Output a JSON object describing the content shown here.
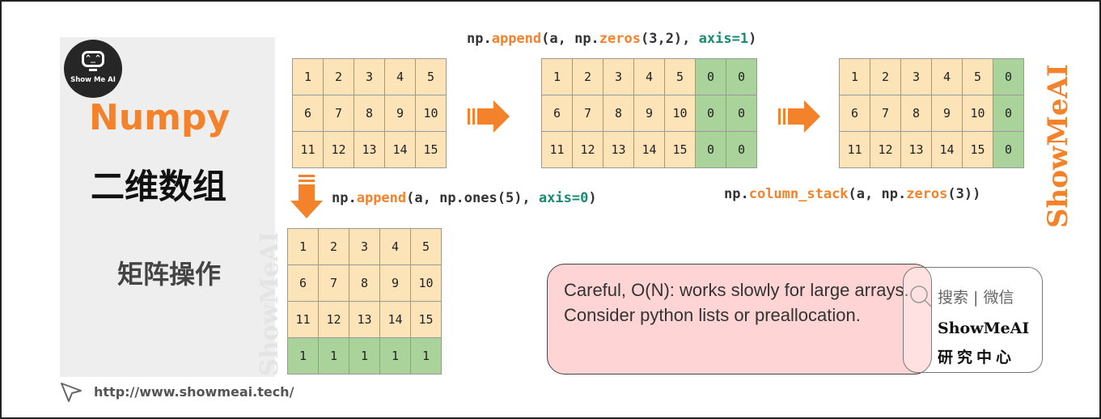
{
  "branding": {
    "logo_text": "Show Me AI",
    "logo_face": "^_^",
    "watermark_side": "ShowMeAI",
    "watermark_right": "ShowMeAI",
    "url": "http://www.showmeai.tech/"
  },
  "titles": {
    "main": "Numpy",
    "sub": "二维数组",
    "operation": "矩阵操作"
  },
  "code": {
    "top": [
      {
        "text": "np.",
        "style": "plain"
      },
      {
        "text": "append",
        "style": "orange"
      },
      {
        "text": "(a, np.",
        "style": "plain"
      },
      {
        "text": "zeros",
        "style": "orange"
      },
      {
        "text": "(3,2), ",
        "style": "plain"
      },
      {
        "text": "axis=1",
        "style": "teal"
      },
      {
        "text": ")",
        "style": "plain"
      }
    ],
    "middle": [
      {
        "text": "np.",
        "style": "plain"
      },
      {
        "text": "append",
        "style": "orange"
      },
      {
        "text": "(a, np.ones(5), ",
        "style": "plain"
      },
      {
        "text": "axis=0",
        "style": "teal"
      },
      {
        "text": ")",
        "style": "plain"
      }
    ],
    "right": [
      {
        "text": "np.",
        "style": "plain"
      },
      {
        "text": "column_stack",
        "style": "orange"
      },
      {
        "text": "(a, np.",
        "style": "plain"
      },
      {
        "text": "zeros",
        "style": "orange"
      },
      {
        "text": "(3))",
        "style": "plain"
      }
    ]
  },
  "matrices": {
    "a": {
      "rows": [
        [
          "1",
          "2",
          "3",
          "4",
          "5"
        ],
        [
          "6",
          "7",
          "8",
          "9",
          "10"
        ],
        [
          "11",
          "12",
          "13",
          "14",
          "15"
        ]
      ],
      "pad_columns": 0,
      "pad_rows": 0
    },
    "append_axis1": {
      "rows": [
        [
          "1",
          "2",
          "3",
          "4",
          "5",
          "0",
          "0"
        ],
        [
          "6",
          "7",
          "8",
          "9",
          "10",
          "0",
          "0"
        ],
        [
          "11",
          "12",
          "13",
          "14",
          "15",
          "0",
          "0"
        ]
      ],
      "pad_columns": 2,
      "pad_rows": 0
    },
    "column_stack": {
      "rows": [
        [
          "1",
          "2",
          "3",
          "4",
          "5",
          "0"
        ],
        [
          "6",
          "7",
          "8",
          "9",
          "10",
          "0"
        ],
        [
          "11",
          "12",
          "13",
          "14",
          "15",
          "0"
        ]
      ],
      "pad_columns": 1,
      "pad_rows": 0
    },
    "append_axis0": {
      "rows": [
        [
          "1",
          "2",
          "3",
          "4",
          "5"
        ],
        [
          "6",
          "7",
          "8",
          "9",
          "10"
        ],
        [
          "11",
          "12",
          "13",
          "14",
          "15"
        ],
        [
          "1",
          "1",
          "1",
          "1",
          "1"
        ]
      ],
      "pad_columns": 0,
      "pad_rows": 1
    }
  },
  "note": {
    "text": "Careful, O(N): works slowly for large arrays. Consider python lists or preallocation."
  },
  "badge": {
    "search_label": "搜索 | 微信",
    "brand": "ShowMeAI",
    "subtitle": "研究中心"
  },
  "colors": {
    "accent": "#f4822a",
    "teal": "#1b8a72",
    "cell_main": "#fde3b8",
    "cell_pad": "#a9d39a",
    "note_bg": "#ffd4d4"
  }
}
